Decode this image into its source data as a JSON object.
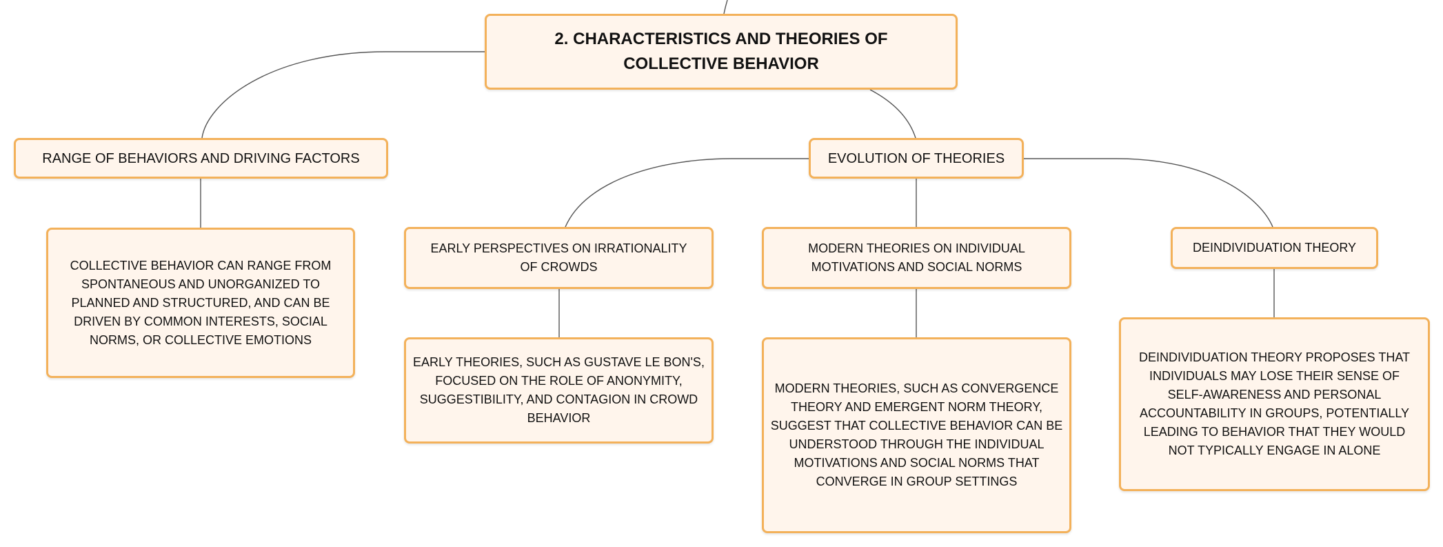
{
  "root": {
    "label": "2. CHARACTERISTICS AND THEORIES OF COLLECTIVE BEHAVIOR"
  },
  "branches": {
    "range": {
      "label": "RANGE OF BEHAVIORS AND DRIVING FACTORS",
      "detail": "COLLECTIVE BEHAVIOR CAN RANGE FROM SPONTANEOUS AND UNORGANIZED TO PLANNED AND STRUCTURED, AND CAN BE DRIVEN BY COMMON INTERESTS, SOCIAL NORMS, OR COLLECTIVE EMOTIONS"
    },
    "evolution": {
      "label": "EVOLUTION OF THEORIES",
      "children": [
        {
          "label": "EARLY PERSPECTIVES ON IRRATIONALITY OF CROWDS",
          "detail": "EARLY THEORIES, SUCH AS GUSTAVE LE BON'S, FOCUSED ON THE ROLE OF ANONYMITY, SUGGESTIBILITY, AND CONTAGION IN CROWD BEHAVIOR"
        },
        {
          "label": "MODERN THEORIES ON INDIVIDUAL MOTIVATIONS AND SOCIAL NORMS",
          "detail": "MODERN THEORIES, SUCH AS CONVERGENCE THEORY AND EMERGENT NORM THEORY, SUGGEST THAT COLLECTIVE BEHAVIOR CAN BE UNDERSTOOD THROUGH THE INDIVIDUAL MOTIVATIONS AND SOCIAL NORMS THAT CONVERGE IN GROUP SETTINGS"
        },
        {
          "label": "DEINDIVIDUATION THEORY",
          "detail": "DEINDIVIDUATION THEORY PROPOSES THAT INDIVIDUALS MAY LOSE THEIR SENSE OF SELF-AWARENESS AND PERSONAL ACCOUNTABILITY IN GROUPS, POTENTIALLY LEADING TO BEHAVIOR THAT THEY WOULD NOT TYPICALLY ENGAGE IN ALONE"
        }
      ]
    }
  },
  "colors": {
    "node_fill": "#fff5ec",
    "node_border": "#f3b15a",
    "connector": "#555555"
  }
}
